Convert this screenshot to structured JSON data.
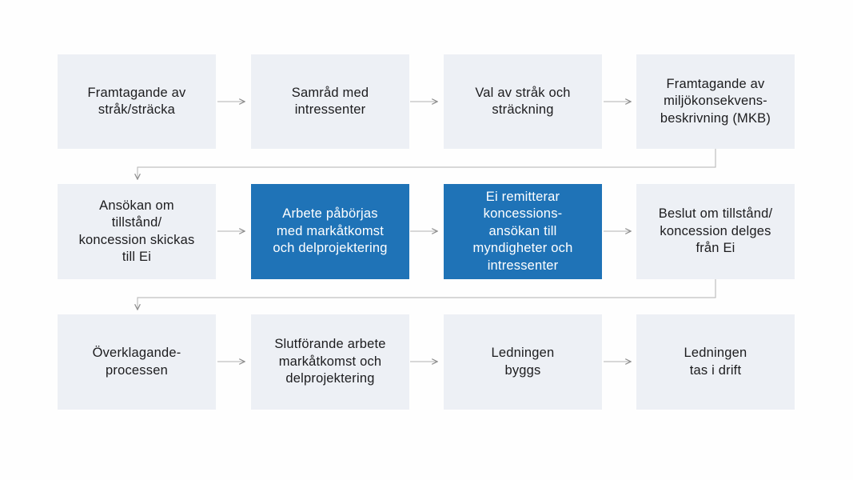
{
  "diagram": {
    "language": "sv",
    "colors": {
      "box_bg": "#edf0f5",
      "box_highlight_bg": "#1f73b7",
      "box_text": "#1c1c1e",
      "box_highlight_text": "#ffffff",
      "connector_line": "#b3b3b3",
      "connector_head": "#8c8c8c",
      "page_bg": "#fefefe"
    },
    "rows": [
      {
        "boxes": [
          {
            "label": "Framtagande av\nstråk/sträcka",
            "highlighted": false
          },
          {
            "label": "Samråd med\nintressenter",
            "highlighted": false
          },
          {
            "label": "Val av stråk och\nsträckning",
            "highlighted": false
          },
          {
            "label": "Framtagande av\nmiljökonsekvens-\nbeskrivning (MKB)",
            "highlighted": false
          }
        ]
      },
      {
        "boxes": [
          {
            "label": "Ansökan om\ntillstånd/\nkoncession skickas\ntill Ei",
            "highlighted": false
          },
          {
            "label": "Arbete påbörjas\nmed markåtkomst\noch delprojektering",
            "highlighted": true
          },
          {
            "label": "Ei remitterar\nkoncessions-\nansökan till\nmyndigheter och\nintressenter",
            "highlighted": true
          },
          {
            "label": "Beslut om tillstånd/\nkoncession delges\nfrån Ei",
            "highlighted": false
          }
        ]
      },
      {
        "boxes": [
          {
            "label": "Överklagande-\nprocessen",
            "highlighted": false
          },
          {
            "label": "Slutförande arbete\nmarkåtkomst och\ndelprojektering",
            "highlighted": false
          },
          {
            "label": "Ledningen\nbyggs",
            "highlighted": false
          },
          {
            "label": "Ledningen\ntas i drift",
            "highlighted": false
          }
        ]
      }
    ]
  }
}
